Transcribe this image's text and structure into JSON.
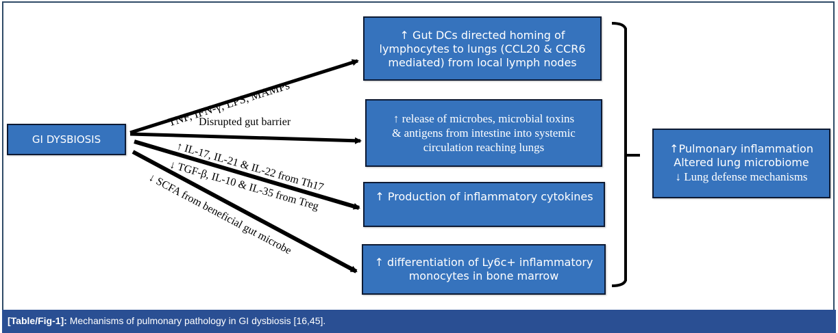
{
  "source_node": {
    "label": "GI DYSBIOSIS"
  },
  "pathways": [
    {
      "label": "TNF, IFN-γ, LPS, MAMPs"
    },
    {
      "label": "Disrupted gut barrier"
    },
    {
      "label_line1": "↑ IL-17, IL-21 & IL-22 from Th17",
      "label_line2": "↓ TGF-β, IL-10 & IL-35 from Treg"
    },
    {
      "label": "↓ SCFA from beneficial gut microbe"
    }
  ],
  "effect_boxes": [
    {
      "lines": [
        "↑ Gut DCs directed homing of",
        "lymphocytes to lungs (CCL20 & CCR6",
        "mediated) from local lymph nodes"
      ]
    },
    {
      "lines": [
        "↑ release of microbes, microbial toxins",
        "& antigens from intestine into systemic",
        "circulation reaching lungs"
      ]
    },
    {
      "lines": [
        "↑ Production of inflammatory cytokines"
      ]
    },
    {
      "lines": [
        "↑ differentiation of Ly6c+ inflammatory",
        "monocytes in bone marrow"
      ]
    }
  ],
  "outcome": {
    "lines": [
      "↑Pulmonary inflammation",
      "Altered lung microbiome",
      "↓ Lung defense mechanisms"
    ]
  },
  "caption": {
    "ref": "[Table/Fig-1]:",
    "text": " Mechanisms of pulmonary pathology in GI dysbiosis [16,45]."
  },
  "colors": {
    "box_fill": "#3673bd",
    "box_border": "#0d1a33",
    "caption_bar": "#2a4f93",
    "frame": "#2e4a66"
  }
}
